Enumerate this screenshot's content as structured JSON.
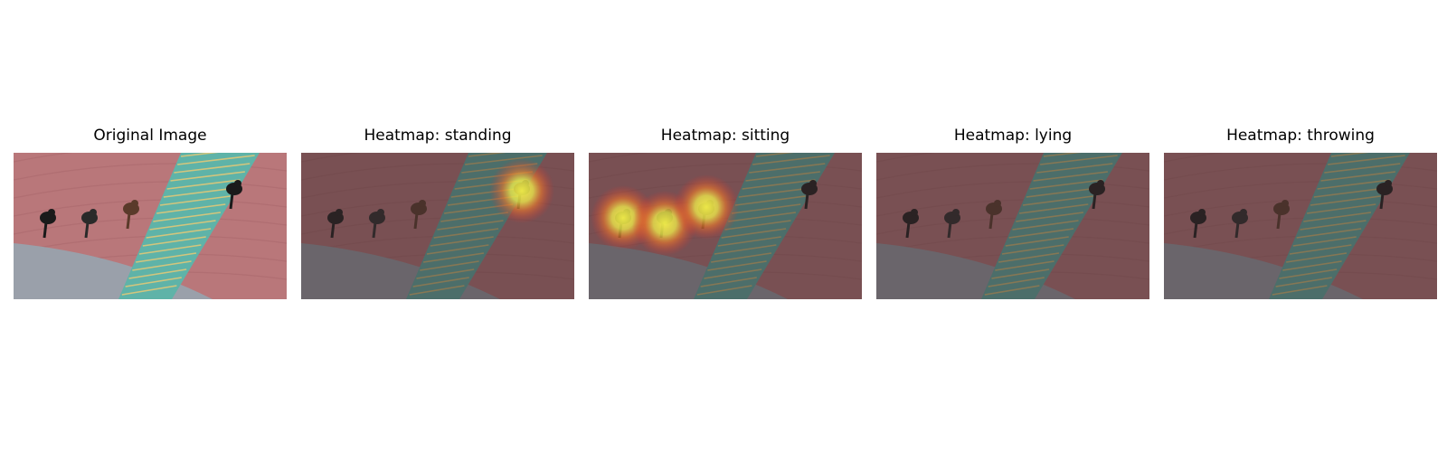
{
  "figure": {
    "panels": [
      {
        "title": "Original Image",
        "hotspots": []
      },
      {
        "title": "Heatmap: standing",
        "hotspots": [
          "person-on-stairs"
        ]
      },
      {
        "title": "Heatmap: sitting",
        "hotspots": [
          "person-left",
          "person-middle",
          "person-right"
        ]
      },
      {
        "title": "Heatmap: lying",
        "hotspots": []
      },
      {
        "title": "Heatmap: throwing",
        "hotspots": []
      }
    ]
  },
  "colors": {
    "ground": "#b9777a",
    "stairs": "#5fb3a8",
    "sidewalk": "#9aa0aa",
    "heat_core": "#f4f04a",
    "heat_mid": "#f07a2a",
    "heat_edge": "#e02a2a",
    "dim_overlay": "#3a2a2c"
  }
}
